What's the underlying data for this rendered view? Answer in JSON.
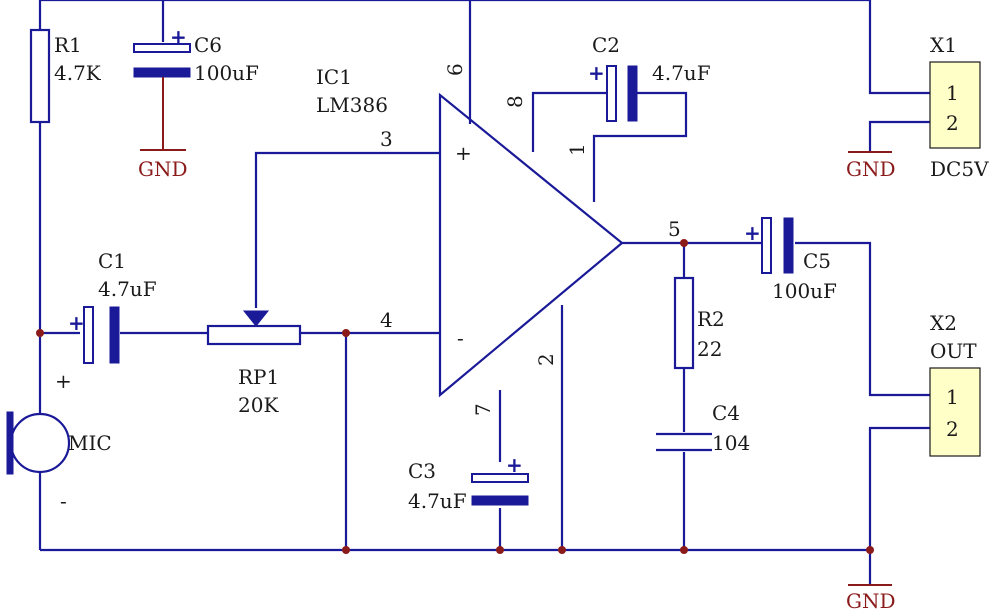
{
  "components": {
    "r1": {
      "ref": "R1",
      "value": "4.7K"
    },
    "c6": {
      "ref": "C6",
      "value": "100uF",
      "polarity": "+"
    },
    "ic1": {
      "ref": "IC1",
      "value": "LM386",
      "input_plus": "+",
      "input_minus": "-"
    },
    "c2": {
      "ref": "C2",
      "value": "4.7uF",
      "polarity": "+"
    },
    "c1": {
      "ref": "C1",
      "value": "4.7uF",
      "polarity": "+"
    },
    "rp1": {
      "ref": "RP1",
      "value": "20K"
    },
    "mic": {
      "ref": "MIC",
      "plus": "+",
      "minus": "-"
    },
    "c3": {
      "ref": "C3",
      "value": "4.7uF",
      "polarity": "+"
    },
    "r2": {
      "ref": "R2",
      "value": "22"
    },
    "c4": {
      "ref": "C4",
      "value": "104"
    },
    "c5": {
      "ref": "C5",
      "value": "100uF",
      "polarity": "+"
    },
    "x1": {
      "ref": "X1",
      "label": "DC5V",
      "pin1": "1",
      "pin2": "2"
    },
    "x2": {
      "ref": "X2",
      "label": "OUT",
      "pin1": "1",
      "pin2": "2"
    }
  },
  "pins": {
    "p1": "1",
    "p2": "2",
    "p3": "3",
    "p4": "4",
    "p5": "5",
    "p6": "6",
    "p7": "7",
    "p8": "8"
  },
  "ground_label": "GND",
  "colors": {
    "wire": "#1a1a99",
    "ground": "#8b1a1a",
    "junction": "#8b1a1a",
    "connector_fill": "#ffffc8"
  }
}
